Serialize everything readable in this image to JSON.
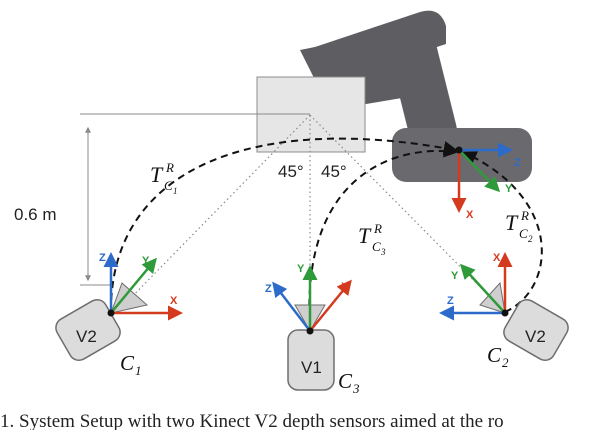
{
  "colors": {
    "arm": "#5e5e62",
    "arm_base": "#6a6a6e",
    "box_fill": "#e6e6e6",
    "box_stroke": "#8c8c8c",
    "sensor_fill": "#dcdcdc",
    "sensor_stroke": "#6e6e6e",
    "axis_x": "#d43a1e",
    "axis_y": "#2f9a3a",
    "axis_z": "#2c6bc9",
    "dashed": "#111111",
    "dotted": "#8a8a8a"
  },
  "labels": {
    "distance": "0.6 m",
    "angle_left": "45°",
    "angle_right": "45°",
    "t_c1_base": "T",
    "t_c1_sup": "R",
    "t_c1_sub": "C",
    "t_c1_subsub": "1",
    "t_c2_base": "T",
    "t_c2_sup": "R",
    "t_c2_sub": "C",
    "t_c2_subsub": "2",
    "t_c3_base": "T",
    "t_c3_sup": "R",
    "t_c3_sub": "C",
    "t_c3_subsub": "3"
  },
  "sensors": {
    "left": {
      "model": "V2",
      "name_base": "C",
      "name_sub": "1"
    },
    "center": {
      "model": "V1",
      "name_base": "C",
      "name_sub": "3"
    },
    "right": {
      "model": "V2",
      "name_base": "C",
      "name_sub": "2"
    }
  },
  "axes": {
    "x": "X",
    "y": "Y",
    "z": "Z"
  },
  "caption": "1.    System Setup with two Kinect V2 depth sensors aimed at the ro"
}
